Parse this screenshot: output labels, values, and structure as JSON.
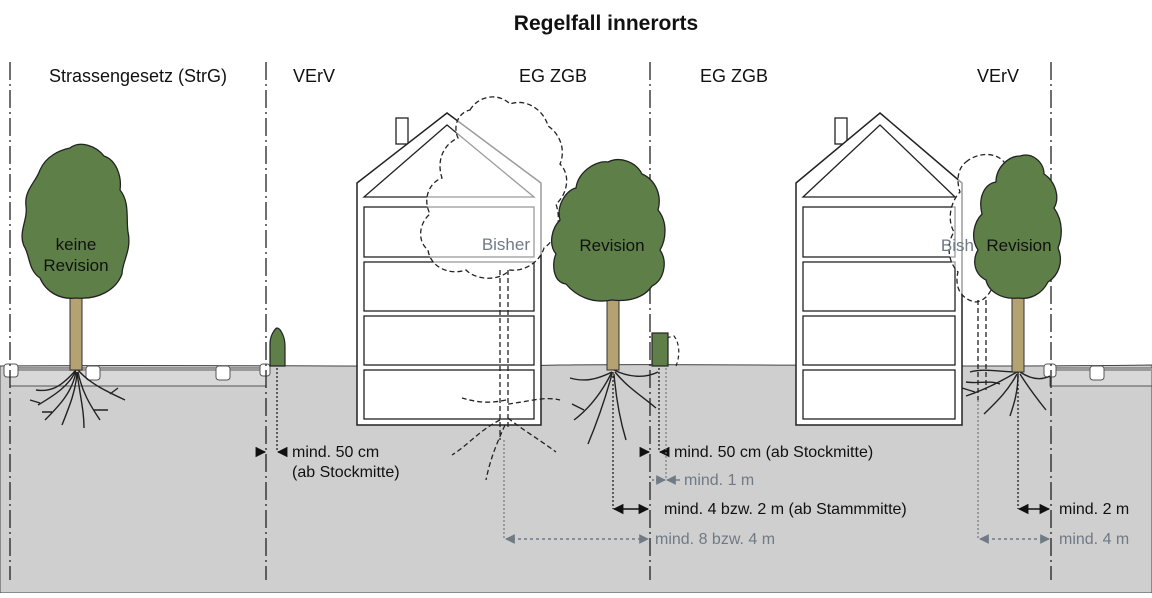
{
  "title": "Regelfall innerorts",
  "zones": {
    "strg": "Strassengesetz (StrG)",
    "verv_left": "VErV",
    "egzgb_left": "EG ZGB",
    "egzgb_right": "EG ZGB",
    "verv_right": "VErV"
  },
  "trees": {
    "left_line1": "keine",
    "left_line2": "Revision",
    "mid_revision": "Revision",
    "mid_bisher": "Bisher",
    "right_revision": "Revision",
    "right_bisher": "Bish"
  },
  "measurements": {
    "m1_line1": "mind. 50 cm",
    "m1_line2": "(ab Stockmitte)",
    "m2": "mind. 50 cm (ab Stockmitte)",
    "m3": "mind. 1 m",
    "m4": "mind. 4 bzw. 2 m (ab Stammmitte)",
    "m5": "mind. 8 bzw. 4 m",
    "m6": "mind. 2 m",
    "m7": "mind. 4 m"
  },
  "colors": {
    "ground": "#cfcfcf",
    "foliage": "#5e8048",
    "trunk": "#b5a272",
    "gray_text": "#6f7a85",
    "ink": "#111111"
  }
}
